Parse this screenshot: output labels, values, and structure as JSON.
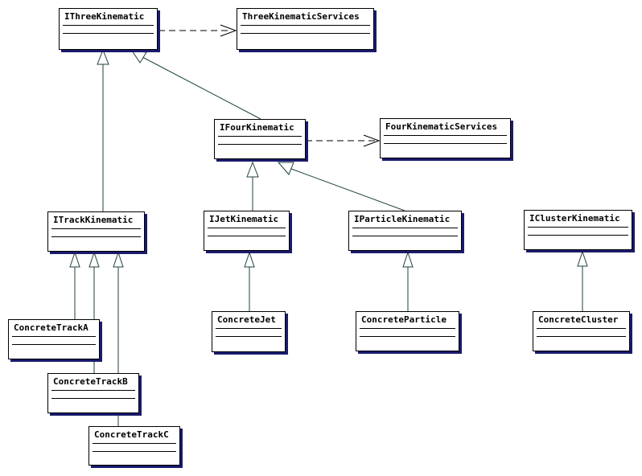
{
  "diagram": {
    "classes": [
      {
        "id": "IThreeKinematic",
        "name": "IThreeKinematic"
      },
      {
        "id": "ThreeKinematicServices",
        "name": "ThreeKinematicServices"
      },
      {
        "id": "IFourKinematic",
        "name": "IFourKinematic"
      },
      {
        "id": "FourKinematicServices",
        "name": "FourKinematicServices"
      },
      {
        "id": "ITrackKinematic",
        "name": "ITrackKinematic"
      },
      {
        "id": "IJetKinematic",
        "name": "IJetKinematic"
      },
      {
        "id": "IParticleKinematic",
        "name": "IParticleKinematic"
      },
      {
        "id": "IClusterKinematic",
        "name": "IClusterKinematic"
      },
      {
        "id": "ConcreteTrackA",
        "name": "ConcreteTrackA"
      },
      {
        "id": "ConcreteTrackB",
        "name": "ConcreteTrackB"
      },
      {
        "id": "ConcreteTrackC",
        "name": "ConcreteTrackC"
      },
      {
        "id": "ConcreteJet",
        "name": "ConcreteJet"
      },
      {
        "id": "ConcreteParticle",
        "name": "ConcreteParticle"
      },
      {
        "id": "ConcreteCluster",
        "name": "ConcreteCluster"
      }
    ],
    "relations": [
      {
        "type": "dependency",
        "from": "IThreeKinematic",
        "to": "ThreeKinematicServices"
      },
      {
        "type": "dependency",
        "from": "IFourKinematic",
        "to": "FourKinematicServices"
      },
      {
        "type": "generalization",
        "from": "ITrackKinematic",
        "to": "IThreeKinematic"
      },
      {
        "type": "generalization",
        "from": "IFourKinematic",
        "to": "IThreeKinematic"
      },
      {
        "type": "generalization",
        "from": "IJetKinematic",
        "to": "IFourKinematic"
      },
      {
        "type": "generalization",
        "from": "IParticleKinematic",
        "to": "IFourKinematic"
      },
      {
        "type": "generalization",
        "from": "ConcreteTrackA",
        "to": "ITrackKinematic"
      },
      {
        "type": "generalization",
        "from": "ConcreteTrackB",
        "to": "ITrackKinematic"
      },
      {
        "type": "generalization",
        "from": "ConcreteTrackC",
        "to": "ITrackKinematic"
      },
      {
        "type": "generalization",
        "from": "ConcreteJet",
        "to": "IJetKinematic"
      },
      {
        "type": "generalization",
        "from": "ConcreteParticle",
        "to": "IParticleKinematic"
      },
      {
        "type": "generalization",
        "from": "ConcreteCluster",
        "to": "IClusterKinematic"
      }
    ]
  }
}
